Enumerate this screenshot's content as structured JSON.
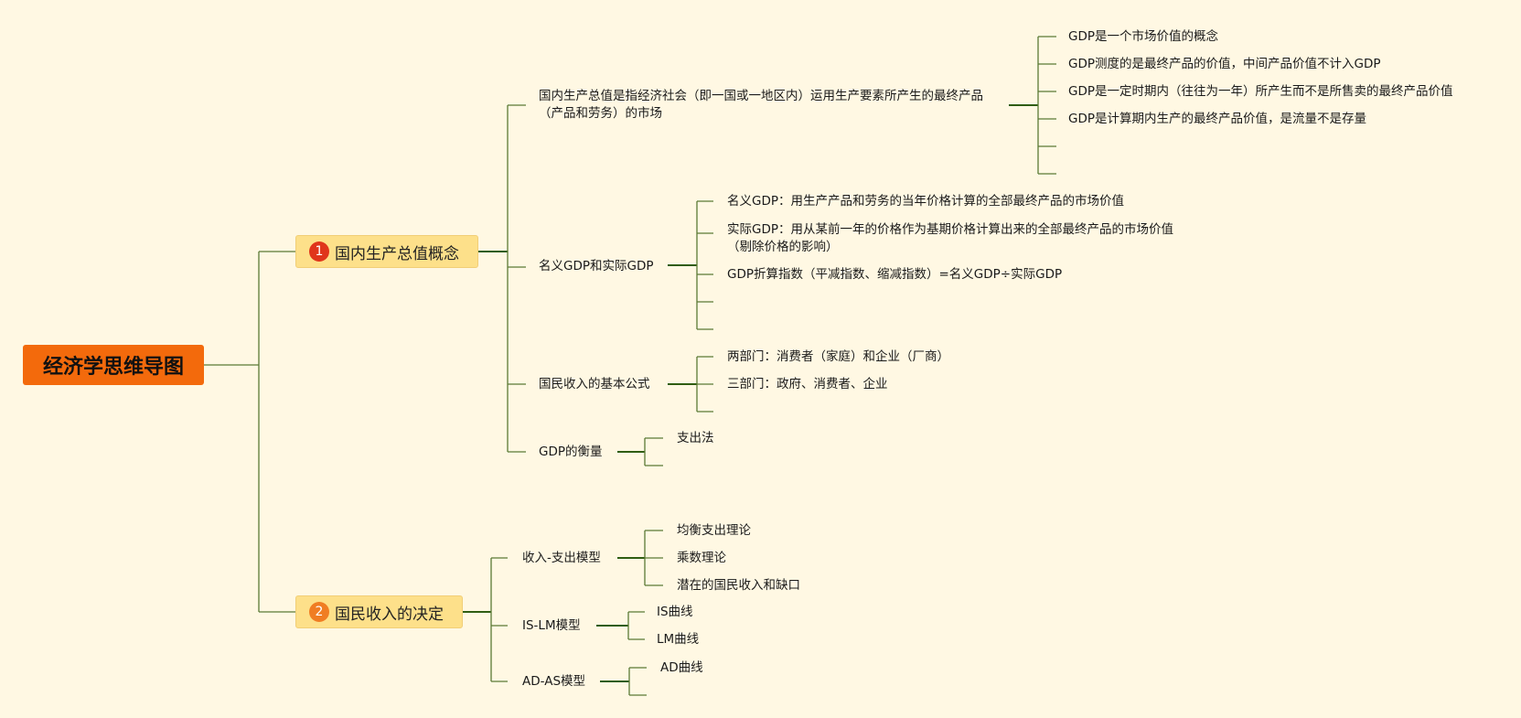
{
  "root": {
    "label": "经济学思维导图"
  },
  "branch1": {
    "number": "1",
    "label": "国内生产总值概念",
    "def": {
      "label": "国内生产总值是指经济社会（即一国或一地区内）运用生产要素所产生的最终产品（产品和劳务）的市场",
      "children": [
        "GDP是一个市场价值的概念",
        "GDP测度的是最终产品的价值，中间产品价值不计入GDP",
        "GDP是一定时期内（往往为一年）所产生而不是所售卖的最终产品价值",
        "GDP是计算期内生产的最终产品价值，是流量不是存量"
      ]
    },
    "nominal": {
      "label": "名义GDP和实际GDP",
      "children": [
        "名义GDP：用生产产品和劳务的当年价格计算的全部最终产品的市场价值",
        "实际GDP：用从某前一年的价格作为基期价格计算出来的全部最终产品的市场价值（剔除价格的影响）",
        "GDP折算指数（平减指数、缩减指数）=名义GDP÷实际GDP"
      ]
    },
    "formula": {
      "label": "国民收入的基本公式",
      "children": [
        "两部门：消费者（家庭）和企业（厂商）",
        "三部门：政府、消费者、企业"
      ]
    },
    "measure": {
      "label": "GDP的衡量",
      "children": [
        "支出法"
      ]
    }
  },
  "branch2": {
    "number": "2",
    "label": "国民收入的决定",
    "income": {
      "label": "收入-支出模型",
      "children": [
        "均衡支出理论",
        "乘数理论",
        "潜在的国民收入和缺口"
      ]
    },
    "islm": {
      "label": "IS-LM模型",
      "children": [
        "IS曲线",
        "LM曲线"
      ]
    },
    "adas": {
      "label": "AD-AS模型",
      "children": [
        "AD曲线"
      ]
    }
  }
}
